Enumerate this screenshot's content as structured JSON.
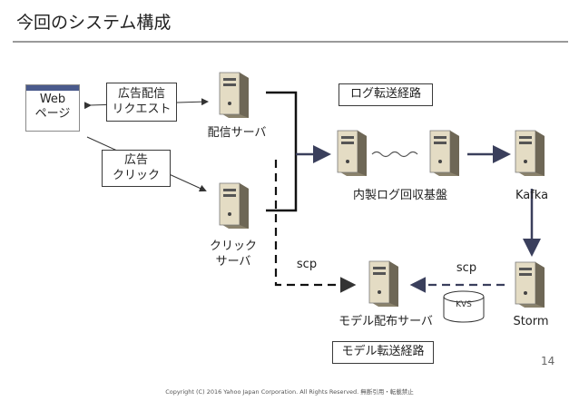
{
  "title": "今回のシステム構成",
  "web_page": "Web\nページ",
  "ad_request": "広告配信\nリクエスト",
  "ad_click": "広告\nクリック",
  "delivery_server": "配信サーバ",
  "click_server": "クリック\nサーバ",
  "log_route": "ログ転送経路",
  "log_infra": "内製ログ回収基盤",
  "kafka": "Kafka",
  "storm": "Storm",
  "kvs": "KVS",
  "model_server": "モデル配布サーバ",
  "model_route": "モデル転送経路",
  "scp_left": "scp",
  "scp_right": "scp",
  "page_number": "14",
  "footer": "Copyright (C) 2016 Yahoo Japan Corporation. All Rights Reserved. 無断引用・転載禁止",
  "colors": {
    "arrow": "#3a3f5c",
    "server_body": "#d8d0b8",
    "server_dark": "#8a826c"
  }
}
